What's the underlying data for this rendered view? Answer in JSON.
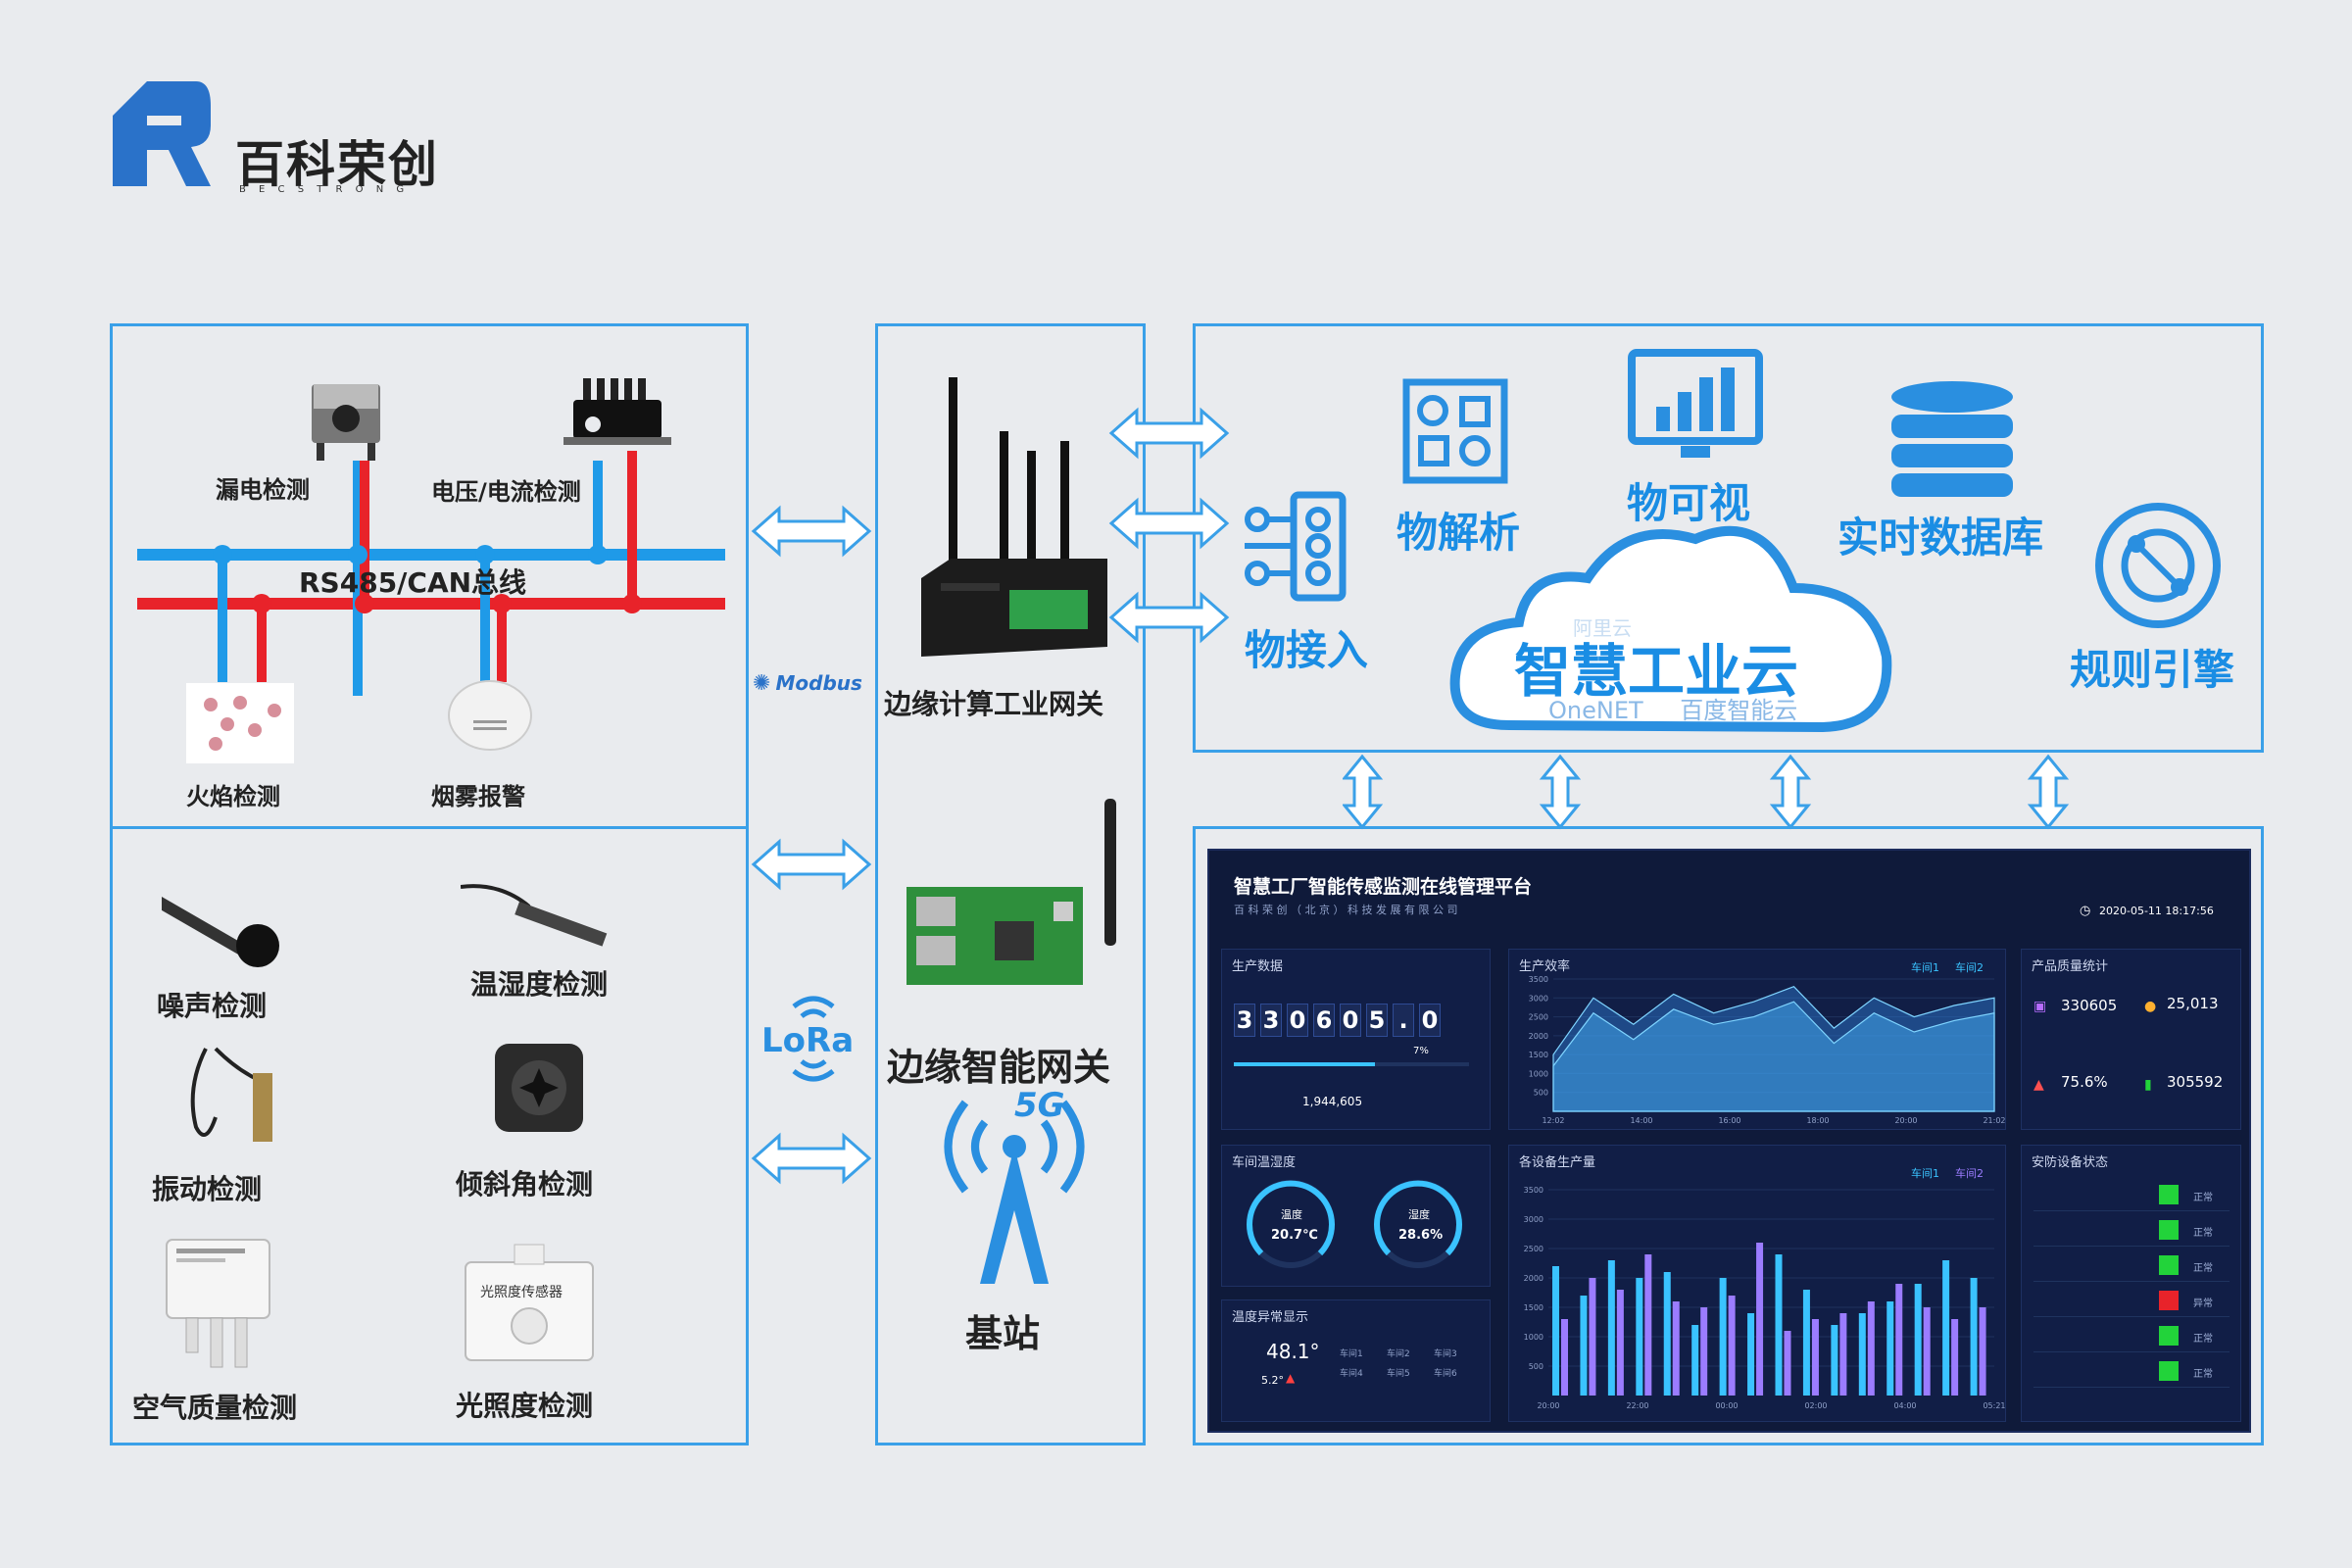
{
  "brand": {
    "name": "百科荣创",
    "sub": "B E C S T R O N G",
    "color": "#2a72c9"
  },
  "colors": {
    "accent": "#3aa0e8",
    "bus_blue": "#1f9ae8",
    "bus_red": "#e8232a"
  },
  "bus": {
    "label": "RS485/CAN总线"
  },
  "sensors_top": {
    "leak": "漏电检测",
    "voltage": "电压/电流检测",
    "flame": "火焰检测",
    "smoke": "烟雾报警"
  },
  "sensors_bottom": {
    "noise": "噪声检测",
    "temp_humidity": "温湿度检测",
    "vibration": "振动检测",
    "tilt": "倾斜角检测",
    "air": "空气质量检测",
    "light": "光照度检测",
    "light_device_text": "光照度传感器"
  },
  "protocols": {
    "modbus": "Modbus",
    "lora": "LoRa",
    "fiveg": "5G"
  },
  "gateways": {
    "edge_computing": "边缘计算工业网关",
    "edge_smart": "边缘智能网关",
    "base_station": "基站"
  },
  "cloud": {
    "title": "智慧工业云",
    "access": "物接入",
    "parse": "物解析",
    "visual": "物可视",
    "database": "实时数据库",
    "rules": "规则引擎",
    "providers": [
      "阿里云",
      "OneNET",
      "百度智能云"
    ]
  },
  "dashboard": {
    "title": "智慧工厂智能传感监测在线管理平台",
    "subtitle": "百 科 荣 创 （ 北 京 ） 科 技 发 展 有 限 公 司",
    "datetime": "2020-05-11 18:17:56",
    "production": {
      "title": "生产数据",
      "digits": [
        "3",
        "3",
        "0",
        "6",
        "0",
        "5",
        ".",
        "0"
      ],
      "percent": "7%",
      "plan_value": "1,944,605"
    },
    "efficiency": {
      "title": "生产效率",
      "legend": [
        "车间1",
        "车间2"
      ],
      "y_ticks": [
        "3500",
        "3000",
        "2500",
        "2000",
        "1500",
        "1000",
        "500"
      ],
      "x_ticks": [
        "12:02",
        "14:00",
        "16:00",
        "18:00",
        "20:00",
        "21:02"
      ]
    },
    "quality": {
      "title": "产品质量统计",
      "items": [
        {
          "value": "330605"
        },
        {
          "value": "25,013"
        },
        {
          "value": "75.6%"
        },
        {
          "value": "305592"
        }
      ]
    },
    "workshop_temp": {
      "title": "车间温湿度",
      "gauges": [
        {
          "label": "温度",
          "value": "20.7℃"
        },
        {
          "label": "湿度",
          "value": "28.6%"
        }
      ]
    },
    "equipment": {
      "title": "各设备生产量",
      "legend": [
        "车间1",
        "车间2"
      ],
      "y_ticks": [
        "3500",
        "3000",
        "2500",
        "2000",
        "1500",
        "1000",
        "500"
      ],
      "x_ticks": [
        "20:00",
        "22:00",
        "00:00",
        "02:00",
        "04:00",
        "05:21"
      ]
    },
    "temp_alarm": {
      "title": "温度异常显示",
      "value": "48.1°",
      "secondary": "5.2°",
      "zones": [
        "车间1",
        "车间2",
        "车间3",
        "车间4",
        "车间5",
        "车间6"
      ]
    },
    "security": {
      "title": "安防设备状态",
      "devices": [
        {
          "status": "正常",
          "color": "#22d33a"
        },
        {
          "status": "正常",
          "color": "#22d33a"
        },
        {
          "status": "正常",
          "color": "#22d33a"
        },
        {
          "status": "异常",
          "color": "#e8232a"
        },
        {
          "status": "正常",
          "color": "#22d33a"
        },
        {
          "status": "正常",
          "color": "#22d33a"
        }
      ]
    }
  },
  "chart_data": [
    {
      "type": "area",
      "x": [
        "12:02",
        "14:00",
        "16:00",
        "18:00",
        "20:00",
        "21:02"
      ],
      "ylim": [
        0,
        3500
      ],
      "series": [
        {
          "name": "车间1",
          "values": [
            1500,
            3000,
            2300,
            3100,
            2600,
            2900,
            3300,
            2200,
            3000,
            2500,
            2800,
            3000
          ]
        },
        {
          "name": "车间2",
          "values": [
            1200,
            2600,
            1900,
            2700,
            2300,
            2500,
            2900,
            1800,
            2600,
            2100,
            2400,
            2600
          ]
        }
      ]
    },
    {
      "type": "bar",
      "x": [
        "20:00",
        "22:00",
        "00:00",
        "02:00",
        "04:00",
        "05:21"
      ],
      "ylim": [
        0,
        3500
      ],
      "series": [
        {
          "name": "车间1",
          "values": [
            2200,
            1700,
            2300,
            2000,
            2100,
            1200,
            2000,
            1400,
            2400,
            1800,
            1200,
            1400,
            1600,
            1900,
            2300,
            2000
          ]
        },
        {
          "name": "车间2",
          "values": [
            1300,
            2000,
            1800,
            2400,
            1600,
            1500,
            1700,
            2600,
            1100,
            1300,
            1400,
            1600,
            1900,
            1500,
            1300,
            1500
          ]
        }
      ]
    }
  ]
}
